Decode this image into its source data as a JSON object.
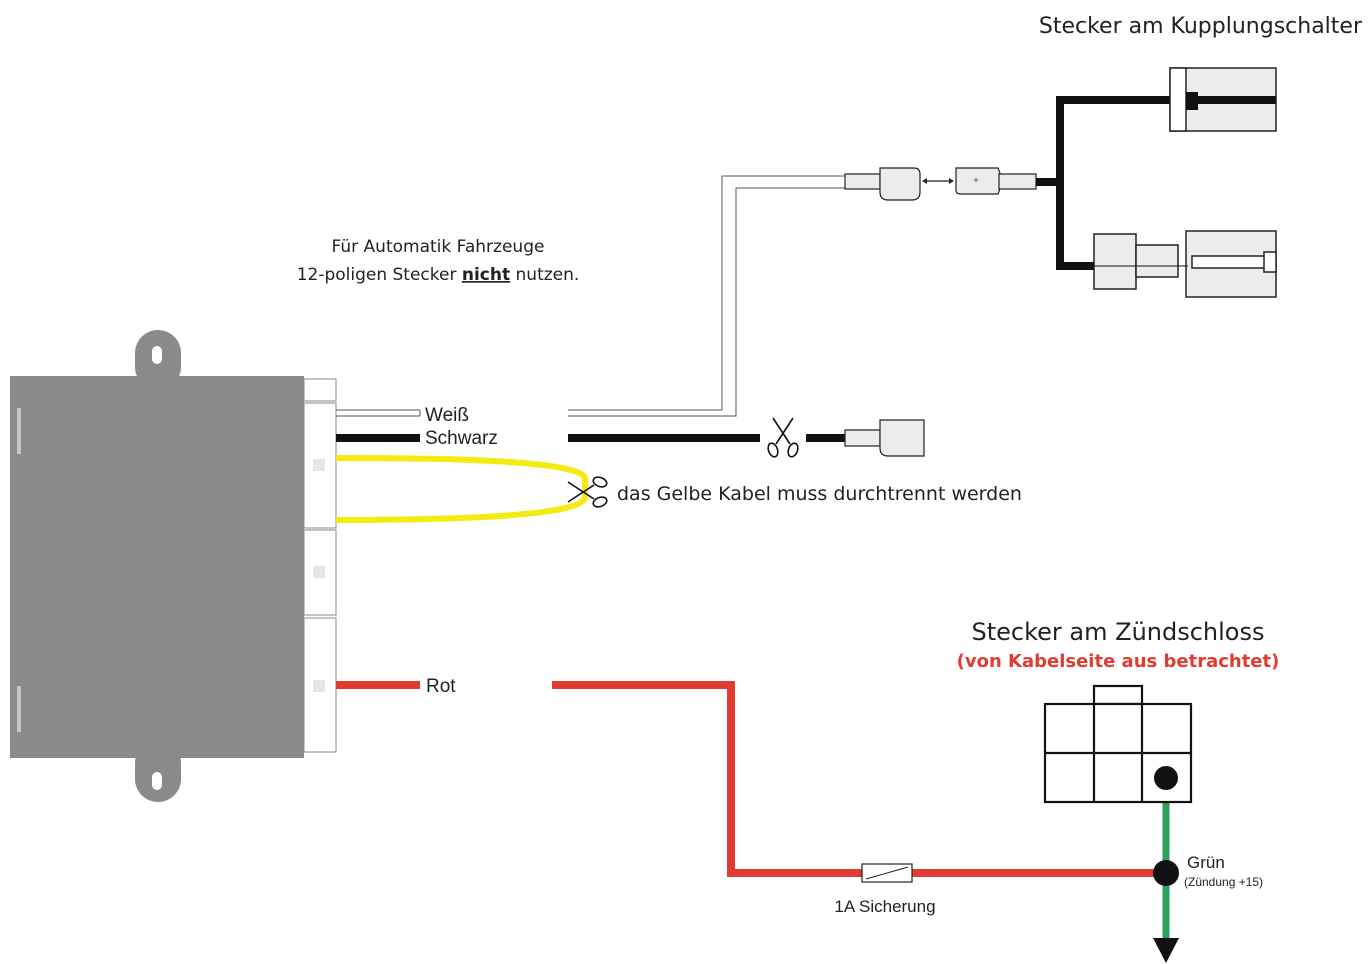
{
  "labels": {
    "clutch_connector_title": "Stecker am Kupplungschalter",
    "automatic_note_line1": "Für Automatik Fahrzeuge",
    "automatic_note_line2_pre": "12-poligen Stecker ",
    "automatic_note_line2_bold": "nicht",
    "automatic_note_line2_post": " nutzen.",
    "wire_white": "Weiß",
    "wire_black": "Schwarz",
    "wire_red": "Rot",
    "yellow_cut_note": "das Gelbe Kabel muss durchtrennt werden",
    "ignition_title": "Stecker am Zündschloss",
    "ignition_subtitle": "(von Kabelseite aus betrachtet)",
    "fuse_label": "1A Sicherung",
    "green_label": "Grün",
    "green_sublabel": "(Zündung +15)",
    "connector_pin_mark": "°"
  },
  "colors": {
    "module_body": "#8a8a8a",
    "wire_yellow": "#f5ea14",
    "wire_red": "#e03c31",
    "wire_green": "#2e9e5b",
    "wire_black": "#111111",
    "subtitle_red": "#e03c31",
    "text": "#222222"
  },
  "icons": {
    "cut_black": "scissors-icon",
    "cut_yellow": "scissors-icon",
    "ground_arrow": "arrow-down-icon"
  }
}
